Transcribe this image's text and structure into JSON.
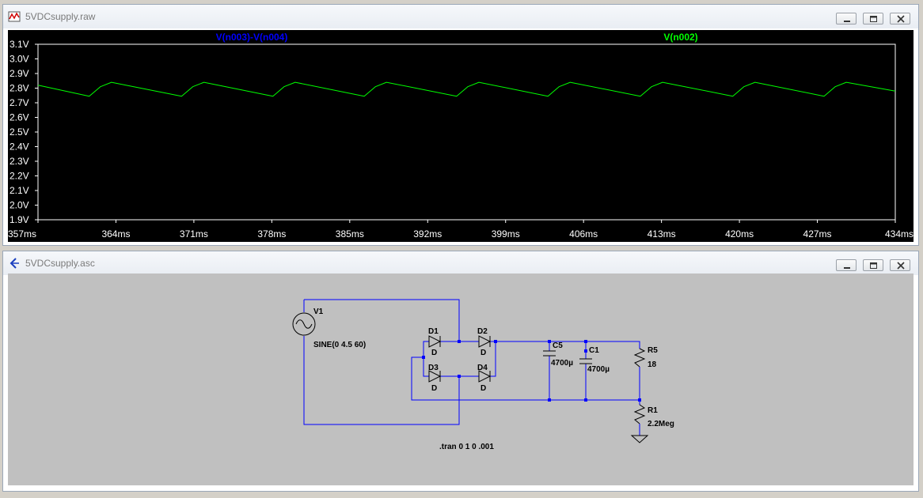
{
  "plot_window": {
    "title": "5VDCsupply.raw",
    "trace_labels": [
      "V(n003)-V(n004)",
      "V(n002)"
    ],
    "trace_colors": [
      "#0000ff",
      "#00ff00"
    ]
  },
  "schematic_window": {
    "title": "5VDCsupply.asc",
    "source": {
      "name": "V1",
      "value": "SINE(0 4.5 60)"
    },
    "diodes": [
      {
        "name": "D1",
        "model": "D"
      },
      {
        "name": "D2",
        "model": "D"
      },
      {
        "name": "D3",
        "model": "D"
      },
      {
        "name": "D4",
        "model": "D"
      }
    ],
    "capacitors": [
      {
        "name": "C5",
        "value": "4700µ"
      },
      {
        "name": "C1",
        "value": "4700µ"
      }
    ],
    "resistors": [
      {
        "name": "R5",
        "value": "18"
      },
      {
        "name": "R1",
        "value": "2.2Meg"
      }
    ],
    "directive": ".tran 0 1 0 .001"
  },
  "chart_data": {
    "type": "line",
    "xlabel": "",
    "ylabel": "",
    "x_ticks": [
      "357ms",
      "364ms",
      "371ms",
      "378ms",
      "385ms",
      "392ms",
      "399ms",
      "406ms",
      "413ms",
      "420ms",
      "427ms",
      "434ms"
    ],
    "y_ticks": [
      "3.1V",
      "3.0V",
      "2.9V",
      "2.8V",
      "2.7V",
      "2.6V",
      "2.5V",
      "2.4V",
      "2.3V",
      "2.2V",
      "2.1V",
      "2.0V",
      "1.9V"
    ],
    "xlim": [
      357,
      434
    ],
    "ylim": [
      1.9,
      3.1
    ],
    "grid": false,
    "series": [
      {
        "name": "V(n002)",
        "color": "#00ff00",
        "x": [
          357,
          361.6,
          362.6,
          363.6,
          369.9,
          370.9,
          371.9,
          378.1,
          379.1,
          380.1,
          386.3,
          387.3,
          388.3,
          394.6,
          395.6,
          396.6,
          402.8,
          403.8,
          404.8,
          411.1,
          412.1,
          413.1,
          419.4,
          420.4,
          421.4,
          427.6,
          428.6,
          429.6,
          434
        ],
        "y": [
          2.82,
          2.745,
          2.81,
          2.84,
          2.745,
          2.81,
          2.84,
          2.745,
          2.81,
          2.84,
          2.745,
          2.81,
          2.84,
          2.745,
          2.81,
          2.84,
          2.745,
          2.81,
          2.84,
          2.745,
          2.81,
          2.84,
          2.745,
          2.81,
          2.84,
          2.745,
          2.81,
          2.84,
          2.78
        ]
      }
    ]
  }
}
